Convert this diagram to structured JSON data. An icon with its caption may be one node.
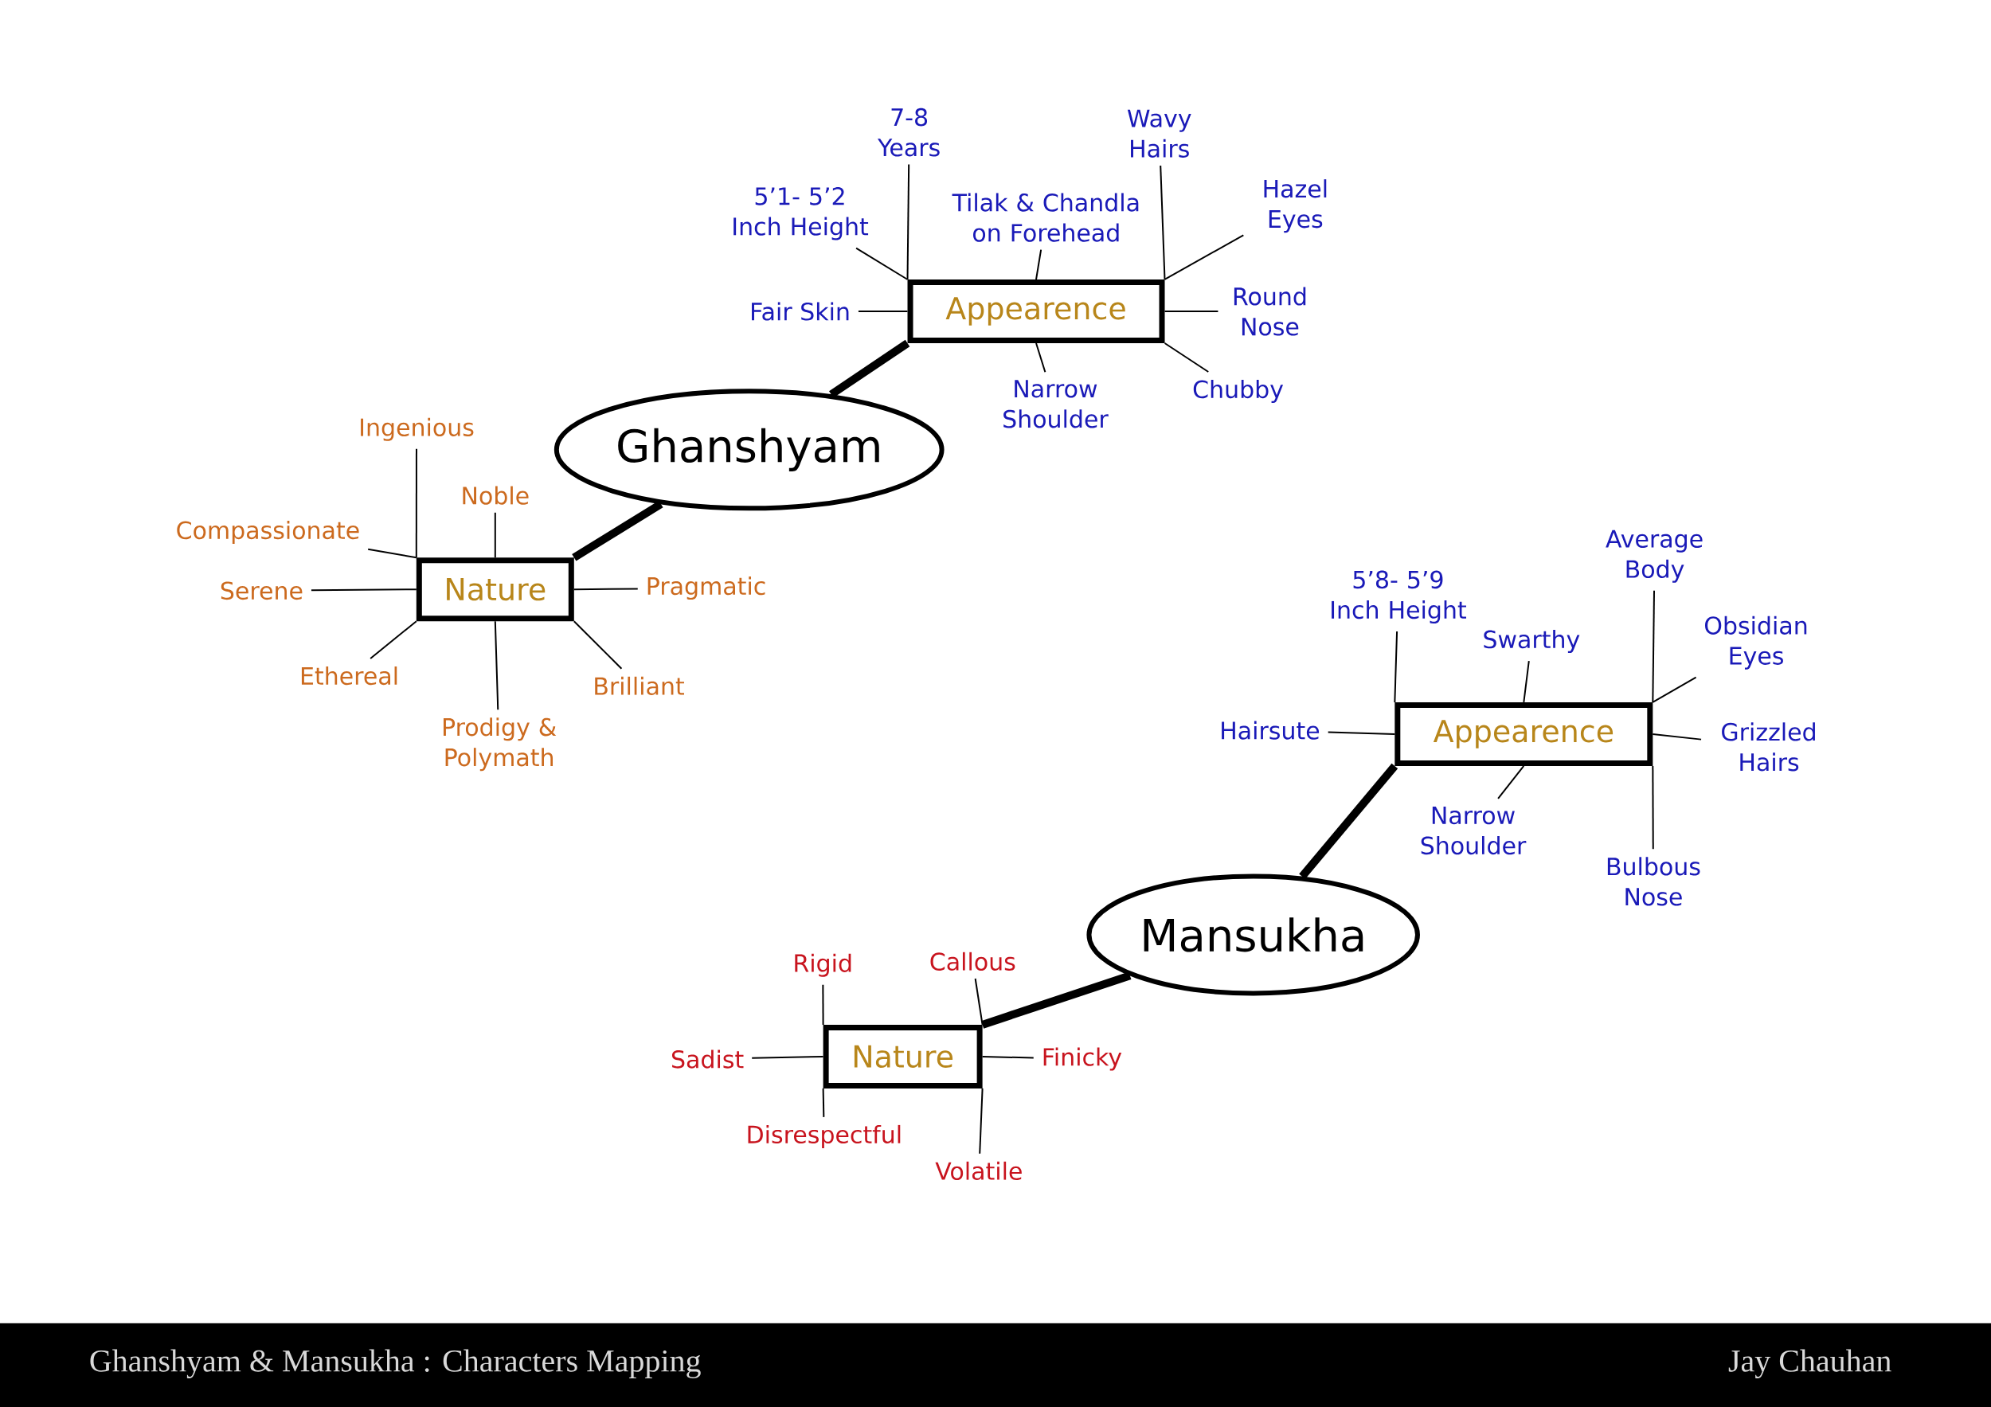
{
  "diagram": {
    "nodes": [
      {
        "text": [
          "Ghanshyam"
        ]
      },
      {
        "text": [
          "Appearence"
        ]
      },
      {
        "text": [
          "7-8 Years"
        ]
      },
      {
        "text": [
          "5’1- 5’2 Inch Height"
        ]
      },
      {
        "text": [
          "Tilak & Chandla on Forehead"
        ]
      },
      {
        "text": [
          "Wavy Hairs"
        ]
      },
      {
        "text": [
          "Hazel Eyes"
        ]
      },
      {
        "text": [
          "Fair Skin"
        ]
      },
      {
        "text": [
          "Round Nose"
        ]
      },
      {
        "text": [
          "Narrow Shoulder"
        ]
      },
      {
        "text": [
          "Chubby"
        ]
      },
      {
        "text": [
          "Nature"
        ]
      },
      {
        "text": [
          "Ingenious"
        ]
      },
      {
        "text": [
          "Noble"
        ]
      },
      {
        "text": [
          "Compassionate"
        ]
      },
      {
        "text": [
          "Serene"
        ]
      },
      {
        "text": [
          "Pragmatic"
        ]
      },
      {
        "text": [
          "Ethereal"
        ]
      },
      {
        "text": [
          "Prodigy & Polymath"
        ]
      },
      {
        "text": [
          "Brilliant"
        ]
      },
      {
        "text": [
          "Mansukha"
        ]
      },
      {
        "text": [
          "Appearence"
        ]
      },
      {
        "text": [
          "5’8- 5’9 Inch Height"
        ]
      },
      {
        "text": [
          "Average Body"
        ]
      },
      {
        "text": [
          "Swarthy"
        ]
      },
      {
        "text": [
          "Obsidian Eyes"
        ]
      },
      {
        "text": [
          "Hairsute"
        ]
      },
      {
        "text": [
          "Grizzled Hairs"
        ]
      },
      {
        "text": [
          "Narrow Shoulder"
        ]
      },
      {
        "text": [
          "Bulbous Nose"
        ]
      },
      {
        "text": [
          "Nature"
        ]
      },
      {
        "text": [
          "Rigid"
        ]
      },
      {
        "text": [
          "Callous"
        ]
      },
      {
        "text": [
          "Sadist"
        ]
      },
      {
        "text": [
          "Finicky"
        ]
      },
      {
        "text": [
          "Disrespectful"
        ]
      },
      {
        "text": [
          "Volatile"
        ]
      }
    ],
    "edges": [
      {
        "from": 0,
        "to": 1,
        "arrow": "none",
        "style": "thick"
      },
      {
        "from": 1,
        "to": 2,
        "arrow": "none"
      },
      {
        "from": 1,
        "to": 3,
        "arrow": "none"
      },
      {
        "from": 1,
        "to": 4,
        "arrow": "none"
      },
      {
        "from": 1,
        "to": 5,
        "arrow": "none"
      },
      {
        "from": 1,
        "to": 6,
        "arrow": "none"
      },
      {
        "from": 1,
        "to": 7,
        "arrow": "none"
      },
      {
        "from": 1,
        "to": 8,
        "arrow": "none"
      },
      {
        "from": 1,
        "to": 9,
        "arrow": "none"
      },
      {
        "from": 1,
        "to": 10,
        "arrow": "none"
      },
      {
        "from": 0,
        "to": 11,
        "arrow": "none",
        "style": "thick"
      },
      {
        "from": 11,
        "to": 12,
        "arrow": "none"
      },
      {
        "from": 11,
        "to": 13,
        "arrow": "none"
      },
      {
        "from": 11,
        "to": 14,
        "arrow": "none"
      },
      {
        "from": 11,
        "to": 15,
        "arrow": "none"
      },
      {
        "from": 11,
        "to": 16,
        "arrow": "none"
      },
      {
        "from": 11,
        "to": 17,
        "arrow": "none"
      },
      {
        "from": 11,
        "to": 18,
        "arrow": "none"
      },
      {
        "from": 11,
        "to": 19,
        "arrow": "none"
      },
      {
        "from": 20,
        "to": 21,
        "arrow": "none",
        "style": "thick"
      },
      {
        "from": 21,
        "to": 22,
        "arrow": "none"
      },
      {
        "from": 21,
        "to": 23,
        "arrow": "none"
      },
      {
        "from": 21,
        "to": 24,
        "arrow": "none"
      },
      {
        "from": 21,
        "to": 25,
        "arrow": "none"
      },
      {
        "from": 21,
        "to": 26,
        "arrow": "none"
      },
      {
        "from": 21,
        "to": 27,
        "arrow": "none"
      },
      {
        "from": 21,
        "to": 28,
        "arrow": "none"
      },
      {
        "from": 21,
        "to": 29,
        "arrow": "none"
      },
      {
        "from": 20,
        "to": 30,
        "arrow": "none",
        "style": "thick"
      },
      {
        "from": 30,
        "to": 31,
        "arrow": "none"
      },
      {
        "from": 30,
        "to": 32,
        "arrow": "none"
      },
      {
        "from": 30,
        "to": 33,
        "arrow": "none"
      },
      {
        "from": 30,
        "to": 34,
        "arrow": "none"
      },
      {
        "from": 30,
        "to": 35,
        "arrow": "none"
      },
      {
        "from": 30,
        "to": 36,
        "arrow": "none"
      }
    ],
    "labels": [
      "Ghanshyam & Mansukha : Characters Mapping",
      "Jay Chauhan"
    ]
  }
}
